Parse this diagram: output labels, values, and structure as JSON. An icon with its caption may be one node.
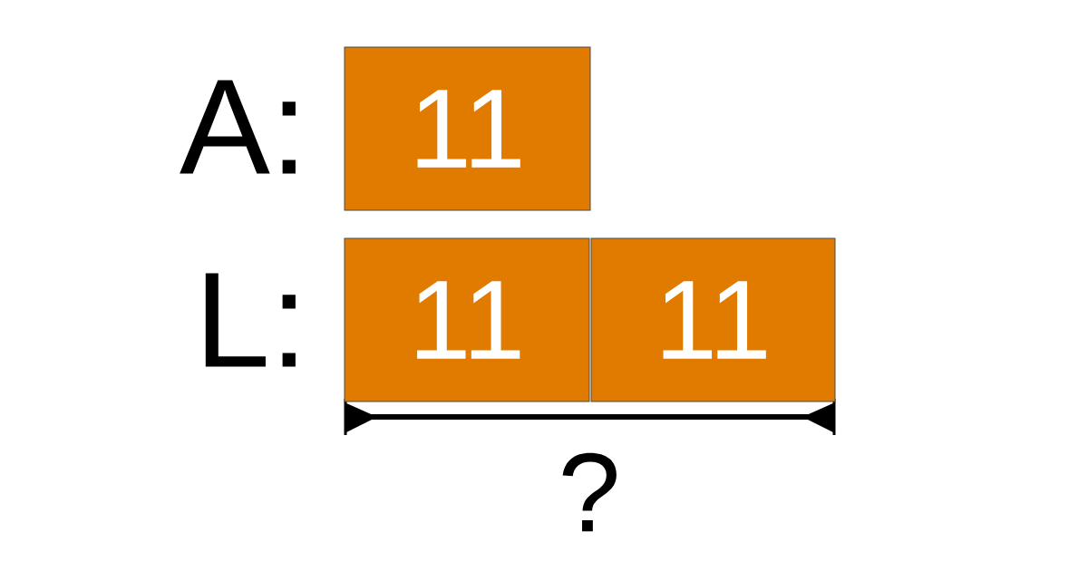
{
  "diagram": {
    "nodes": [
      {
        "text": [
          "11"
        ]
      },
      {
        "text": [
          "11"
        ]
      },
      {
        "text": [
          "11"
        ]
      }
    ],
    "labels": [
      "A:",
      "L:",
      "?"
    ]
  }
}
